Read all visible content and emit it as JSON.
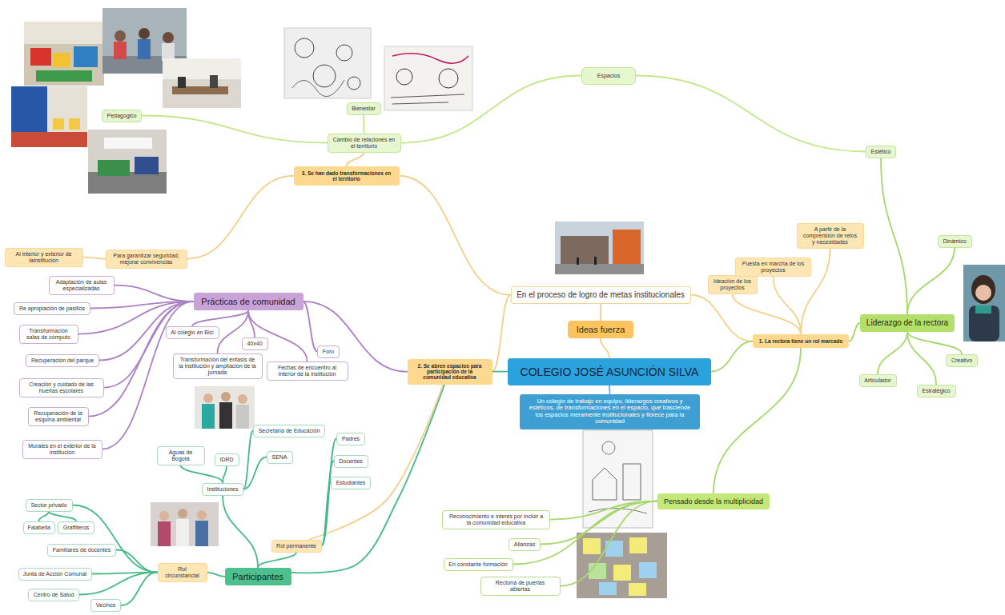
{
  "diagram": {
    "nodes": [
      {
        "text": [
          "COLEGIO JOSÉ ASUNCIÓN SILVA"
        ]
      },
      {
        "text": [
          "Un colegio de trabajo en equipo, liderazgos creativos y estéticos, de transformaciones en el espacio, que trasciende los espacios meramente institucionales y florece para la comunidad"
        ]
      },
      {
        "text": [
          "Ideas fuerza"
        ]
      },
      {
        "text": [
          "En el proceso de logro de metas institucionales"
        ]
      },
      {
        "text": [
          "1. La rectora tiene un rol marcado"
        ]
      },
      {
        "text": [
          "Ideación de los proyectos"
        ]
      },
      {
        "text": [
          "Puesta en marcha de los proyectos"
        ]
      },
      {
        "text": [
          "A partir de la comprensión de retos y necesidades"
        ]
      },
      {
        "text": [
          "Liderazgo de la rectora"
        ]
      },
      {
        "text": [
          "Dinámico"
        ]
      },
      {
        "text": [
          "Estético"
        ]
      },
      {
        "text": [
          "Articulador"
        ]
      },
      {
        "text": [
          "Estratégico"
        ]
      },
      {
        "text": [
          "Creativo"
        ]
      },
      {
        "text": [
          "Espacios"
        ]
      },
      {
        "text": [
          "Pensado desde la multiplicidad"
        ]
      },
      {
        "text": [
          "Reconocimiento e interés por incluir a la comunidad educativa"
        ]
      },
      {
        "text": [
          "Alianzas"
        ]
      },
      {
        "text": [
          "En constante formación"
        ]
      },
      {
        "text": [
          "Rectoría de puertas abiertas"
        ]
      },
      {
        "text": [
          "3. Se han dado transformaciones en el territorio"
        ]
      },
      {
        "text": [
          "Cambio de relaciones en el territorio"
        ]
      },
      {
        "text": [
          "Bienestar"
        ]
      },
      {
        "text": [
          "Pedagógico"
        ]
      },
      {
        "text": [
          "Para garantizar seguridad, mejorar convivencias"
        ]
      },
      {
        "text": [
          "Al interior y exterior de lainstitución"
        ]
      },
      {
        "text": [
          "2. Se abren espacios para participación de la comunidad educativa"
        ]
      },
      {
        "text": [
          "Prácticas de comunidad"
        ]
      },
      {
        "text": [
          "Adaptación de aulas especializadas"
        ]
      },
      {
        "text": [
          "Re apropiación de pasillos"
        ]
      },
      {
        "text": [
          "Transformación salas de cómputo"
        ]
      },
      {
        "text": [
          "Recuperación del parque"
        ]
      },
      {
        "text": [
          "Creación y cuidado de las huertas escolares"
        ]
      },
      {
        "text": [
          "Recuperación de la esquina ambiental"
        ]
      },
      {
        "text": [
          "Murales en el exterior de la institución"
        ]
      },
      {
        "text": [
          "Al colegio en Bici"
        ]
      },
      {
        "text": [
          "40x40"
        ]
      },
      {
        "text": [
          "Foro"
        ]
      },
      {
        "text": [
          "Transformación del énfasis de la institución y ampliación de la jornada"
        ]
      },
      {
        "text": [
          "Fechas de encuentro al interior de la institución"
        ]
      },
      {
        "text": [
          "Participantes"
        ]
      },
      {
        "text": [
          "Rol permanente"
        ]
      },
      {
        "text": [
          "Padres"
        ]
      },
      {
        "text": [
          "Docentes"
        ]
      },
      {
        "text": [
          "Estudiantes"
        ]
      },
      {
        "text": [
          "Instituciones"
        ]
      },
      {
        "text": [
          "Aguas de Bogotá"
        ]
      },
      {
        "text": [
          "IDRD"
        ]
      },
      {
        "text": [
          "Secretaría de Educación"
        ]
      },
      {
        "text": [
          "SENA"
        ]
      },
      {
        "text": [
          "Rol circunstancial"
        ]
      },
      {
        "text": [
          "Sector privado"
        ]
      },
      {
        "text": [
          "Falabella"
        ]
      },
      {
        "text": [
          "Graffiteros"
        ]
      },
      {
        "text": [
          "Familiares de docentes"
        ]
      },
      {
        "text": [
          "Junta de Acción Comunal"
        ]
      },
      {
        "text": [
          "Centro de Salud"
        ]
      },
      {
        "text": [
          "Vecinos"
        ]
      }
    ],
    "edges": [
      {
        "from": 0,
        "to": 2,
        "arrow": "none"
      },
      {
        "from": 2,
        "to": 3,
        "arrow": "none"
      },
      {
        "from": 3,
        "to": 20,
        "arrow": "none"
      },
      {
        "from": 3,
        "to": 26,
        "arrow": "none"
      },
      {
        "from": 3,
        "to": 4,
        "arrow": "none"
      },
      {
        "from": 0,
        "to": 4,
        "arrow": "none"
      },
      {
        "from": 0,
        "to": 26,
        "arrow": "none"
      },
      {
        "from": 0,
        "to": 1,
        "arrow": "none"
      },
      {
        "from": 4,
        "to": 8,
        "arrow": "none"
      },
      {
        "from": 4,
        "to": 5,
        "arrow": "none"
      },
      {
        "from": 4,
        "to": 6,
        "arrow": "none"
      },
      {
        "from": 4,
        "to": 7,
        "arrow": "none"
      },
      {
        "from": 4,
        "to": 15,
        "arrow": "none"
      },
      {
        "from": 8,
        "to": 9,
        "arrow": "none"
      },
      {
        "from": 8,
        "to": 10,
        "arrow": "none"
      },
      {
        "from": 8,
        "to": 11,
        "arrow": "none"
      },
      {
        "from": 8,
        "to": 12,
        "arrow": "none"
      },
      {
        "from": 8,
        "to": 13,
        "arrow": "none"
      },
      {
        "from": 10,
        "to": 14,
        "arrow": "none"
      },
      {
        "from": 14,
        "to": 21,
        "arrow": "none"
      },
      {
        "from": 21,
        "to": 22,
        "arrow": "none"
      },
      {
        "from": 21,
        "to": 23,
        "arrow": "none"
      },
      {
        "from": 20,
        "to": 21,
        "arrow": "none"
      },
      {
        "from": 20,
        "to": 24,
        "arrow": "none"
      },
      {
        "from": 24,
        "to": 25,
        "arrow": "none"
      },
      {
        "from": 26,
        "to": 27,
        "arrow": "none"
      },
      {
        "from": 27,
        "to": 28,
        "arrow": "none"
      },
      {
        "from": 27,
        "to": 29,
        "arrow": "none"
      },
      {
        "from": 27,
        "to": 30,
        "arrow": "none"
      },
      {
        "from": 27,
        "to": 31,
        "arrow": "none"
      },
      {
        "from": 27,
        "to": 32,
        "arrow": "none"
      },
      {
        "from": 27,
        "to": 33,
        "arrow": "none"
      },
      {
        "from": 27,
        "to": 34,
        "arrow": "none"
      },
      {
        "from": 27,
        "to": 35,
        "arrow": "none"
      },
      {
        "from": 27,
        "to": 36,
        "arrow": "none"
      },
      {
        "from": 27,
        "to": 37,
        "arrow": "none"
      },
      {
        "from": 27,
        "to": 38,
        "arrow": "none"
      },
      {
        "from": 27,
        "to": 39,
        "arrow": "none"
      },
      {
        "from": 26,
        "to": 40,
        "arrow": "none"
      },
      {
        "from": 26,
        "to": 41,
        "arrow": "none"
      },
      {
        "from": 40,
        "to": 41,
        "arrow": "none"
      },
      {
        "from": 40,
        "to": 50,
        "arrow": "none"
      },
      {
        "from": 40,
        "to": 45,
        "arrow": "none"
      },
      {
        "from": 41,
        "to": 42,
        "arrow": "none"
      },
      {
        "from": 41,
        "to": 43,
        "arrow": "none"
      },
      {
        "from": 41,
        "to": 44,
        "arrow": "none"
      },
      {
        "from": 45,
        "to": 46,
        "arrow": "none"
      },
      {
        "from": 45,
        "to": 47,
        "arrow": "none"
      },
      {
        "from": 45,
        "to": 48,
        "arrow": "none"
      },
      {
        "from": 45,
        "to": 49,
        "arrow": "none"
      },
      {
        "from": 50,
        "to": 51,
        "arrow": "none"
      },
      {
        "from": 51,
        "to": 52,
        "arrow": "none"
      },
      {
        "from": 51,
        "to": 53,
        "arrow": "none"
      },
      {
        "from": 50,
        "to": 54,
        "arrow": "none"
      },
      {
        "from": 50,
        "to": 55,
        "arrow": "none"
      },
      {
        "from": 50,
        "to": 56,
        "arrow": "none"
      },
      {
        "from": 50,
        "to": 57,
        "arrow": "none"
      },
      {
        "from": 15,
        "to": 16,
        "arrow": "none"
      },
      {
        "from": 15,
        "to": 17,
        "arrow": "none"
      },
      {
        "from": 15,
        "to": 18,
        "arrow": "none"
      },
      {
        "from": 15,
        "to": 19,
        "arrow": "none"
      }
    ]
  }
}
